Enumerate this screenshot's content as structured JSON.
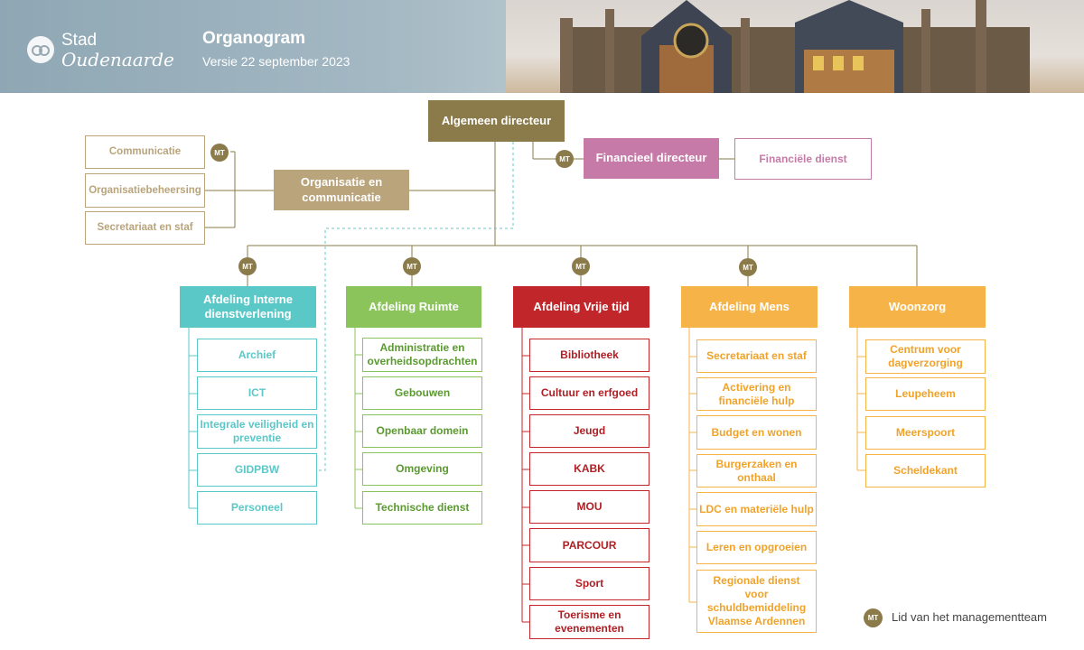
{
  "header": {
    "city_line1": "Stad",
    "city_line2": "Oudenaarde",
    "title": "Organogram",
    "subtitle": "Versie 22 september 2023"
  },
  "badge_label": "MT",
  "colors": {
    "gold": "#8b7a4a",
    "tan": "#b9a47c",
    "pink": "#c67aa7",
    "teal": "#5bc8c8",
    "green": "#8bc45a",
    "red": "#c0262a",
    "orange": "#f6b448"
  },
  "top": {
    "director": "Algemeen directeur",
    "financial_director": "Financieel directeur",
    "financial_service": "Financiële dienst",
    "org_comm": "Organisatie en communicatie",
    "staff_units": [
      "Communicatie",
      "Organisatiebeheersing",
      "Secretariaat en staf"
    ]
  },
  "departments": [
    {
      "title": "Afdeling Interne dienstverlening",
      "color": "#5bc8c8",
      "units": [
        "Archief",
        "ICT",
        "Integrale veiligheid en preventie",
        "GIDPBW",
        "Personeel"
      ]
    },
    {
      "title": "Afdeling Ruimte",
      "color": "#8bc45a",
      "units": [
        "Administratie en overheidsopdrachten",
        "Gebouwen",
        "Openbaar domein",
        "Omgeving",
        "Technische dienst"
      ]
    },
    {
      "title": "Afdeling Vrije tijd",
      "color": "#c0262a",
      "units": [
        "Bibliotheek",
        "Cultuur en erfgoed",
        "Jeugd",
        "KABK",
        "MOU",
        "PARCOUR",
        "Sport",
        "Toerisme en evenementen"
      ]
    },
    {
      "title": "Afdeling Mens",
      "color": "#f6b448",
      "units": [
        "Secretariaat en staf",
        "Activering en financiële hulp",
        "Budget en wonen",
        "Burgerzaken en onthaal",
        "LDC en materiële hulp",
        "Leren en opgroeien",
        "Regionale dienst voor schuldbemiddeling Vlaamse Ardennen"
      ]
    },
    {
      "title": "Woonzorg",
      "color": "#f6b448",
      "units": [
        "Centrum voor dagverzorging",
        "Leupeheem",
        "Meerspoort",
        "Scheldekant"
      ]
    }
  ],
  "legend": {
    "text": "Lid van het managementteam"
  }
}
